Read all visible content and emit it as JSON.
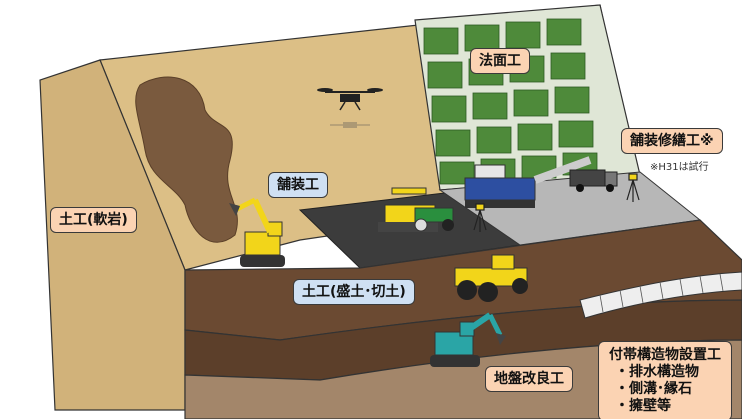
{
  "labels": {
    "slope_work": "法面工",
    "pavement_repair": "舗装修繕工※",
    "pavement_repair_note": "※H31は試行",
    "pavement": "舗装工",
    "earthwork_soft_rock": "土工(軟岩)",
    "earthwork_fill_cut": "土工(盛土･切土)",
    "ground_improvement": "地盤改良工",
    "facilities": {
      "title": "付帯構造物設置工",
      "items": [
        "・排水構造物",
        "・側溝･縁石",
        "・擁壁等"
      ]
    }
  },
  "colors": {
    "label_orange": "#fbd3b3",
    "label_blue": "#cfe0f3",
    "slope": "#d9bc82",
    "soil": "#6b4a32",
    "asphalt": "#3c3c3c",
    "machine_yellow": "#f2d51a",
    "machine_teal": "#2aa5a6"
  },
  "icons": [
    "drone-icon",
    "excavator-icon",
    "asphalt-paver-icon",
    "road-roller-icon",
    "milling-machine-icon",
    "dump-truck-icon",
    "motor-grader-icon",
    "survey-tripod-icon"
  ]
}
